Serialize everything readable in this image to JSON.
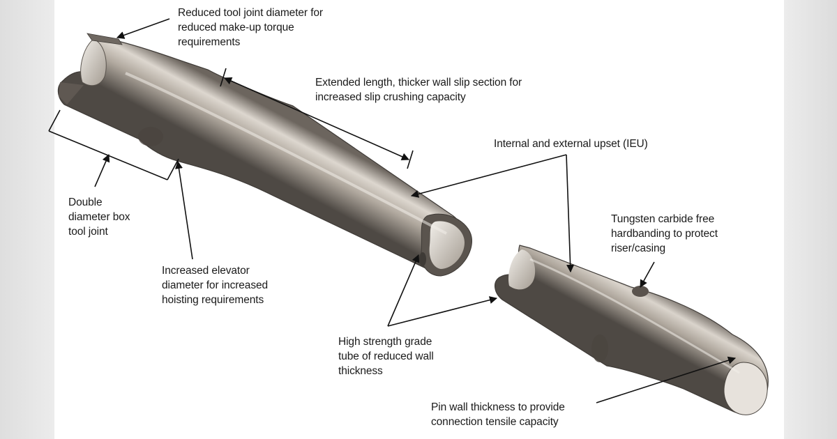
{
  "labels": {
    "tool_joint_diameter": "Reduced tool joint diameter for\nreduced make-up torque\nrequirements",
    "slip_section": "Extended length, thicker wall slip section for\nincreased slip crushing capacity",
    "ieu": "Internal and external upset (IEU)",
    "double_box": "Double\ndiameter box\ntool joint",
    "elevator": "Increased elevator\ndiameter for increased\nhoisting requirements",
    "hardbanding": "Tungsten carbide free\nhardbanding to protect\nriser/casing",
    "tube": "High strength grade\ntube of reduced wall\nthickness",
    "pin_wall": "Pin wall thickness to provide\nconnection tensile capacity"
  },
  "colors": {
    "pipe_light": "#d8d2ca",
    "pipe_mid": "#9c948b",
    "pipe_dark": "#4f4a45",
    "leader": "#111111",
    "side_panel": "#e6e6e6"
  }
}
